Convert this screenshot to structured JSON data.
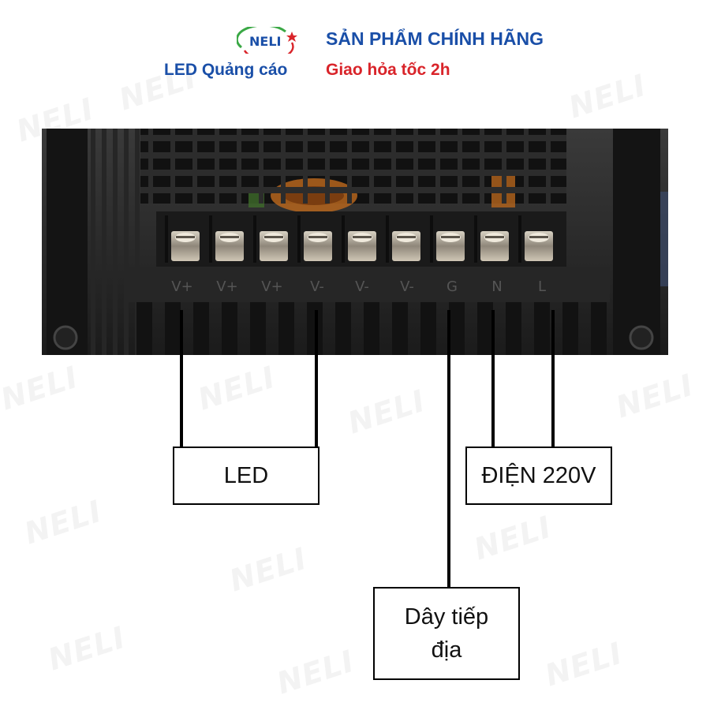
{
  "header": {
    "logo_text": "NELI",
    "title": "SẢN PHẨM CHÍNH HÃNG",
    "tagline_left": "LED Quảng cáo",
    "tagline_right": "Giao hỏa tốc 2h"
  },
  "terminal_labels": [
    "V+",
    "V+",
    "V+",
    "V-",
    "V-",
    "V-",
    "G",
    "N",
    "L"
  ],
  "labels": {
    "led": "LED",
    "power": "ĐIỆN 220V",
    "ground_line1": "Dây tiếp",
    "ground_line2": "địa"
  },
  "colors": {
    "brand_blue": "#1a4fa8",
    "accent_red": "#d9242a",
    "logo_green": "#3aa845"
  }
}
